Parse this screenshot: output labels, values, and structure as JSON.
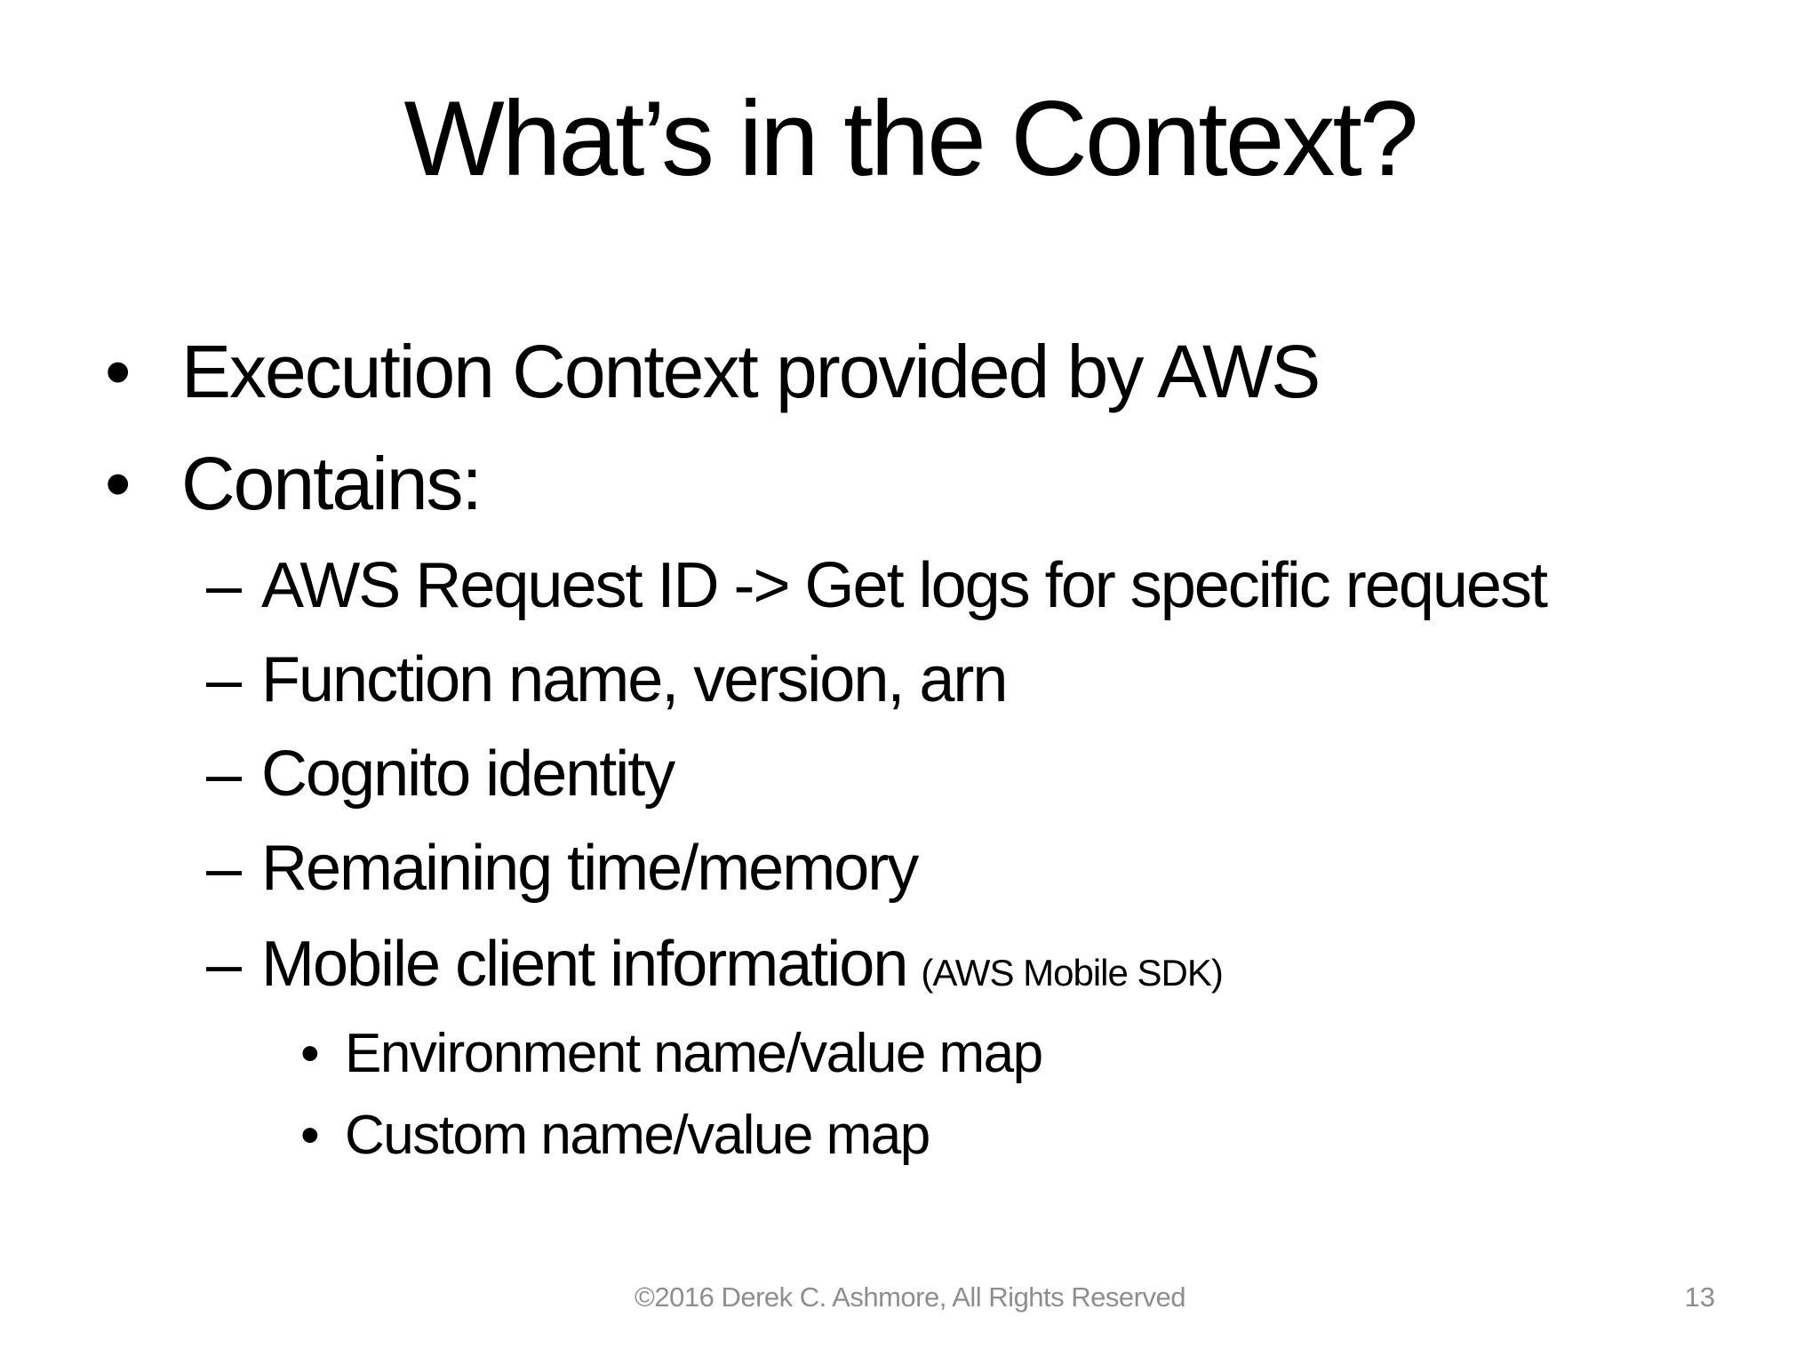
{
  "slide": {
    "title": "What’s in the Context?",
    "markers": {
      "level1": "•",
      "level2": "–",
      "level3": "•"
    },
    "bullets": [
      {
        "level": 1,
        "text": "Execution Context provided by AWS"
      },
      {
        "level": 1,
        "text": "Contains:"
      },
      {
        "level": 2,
        "text": "AWS Request ID -> Get logs for specific request"
      },
      {
        "level": 2,
        "text": "Function name, version, arn"
      },
      {
        "level": 2,
        "text": "Cognito identity"
      },
      {
        "level": 2,
        "text": "Remaining time/memory"
      },
      {
        "level": 2,
        "text": "Mobile client information",
        "suffix": "(AWS Mobile SDK)"
      },
      {
        "level": 3,
        "text": "Environment name/value map"
      },
      {
        "level": 3,
        "text": "Custom name/value map"
      }
    ],
    "footer": {
      "copyright": "©2016 Derek C. Ashmore, All Rights Reserved",
      "page_number": "13"
    },
    "colors": {
      "text": "#000000",
      "footer_text": "#8e8e8e",
      "background": "#ffffff"
    }
  }
}
